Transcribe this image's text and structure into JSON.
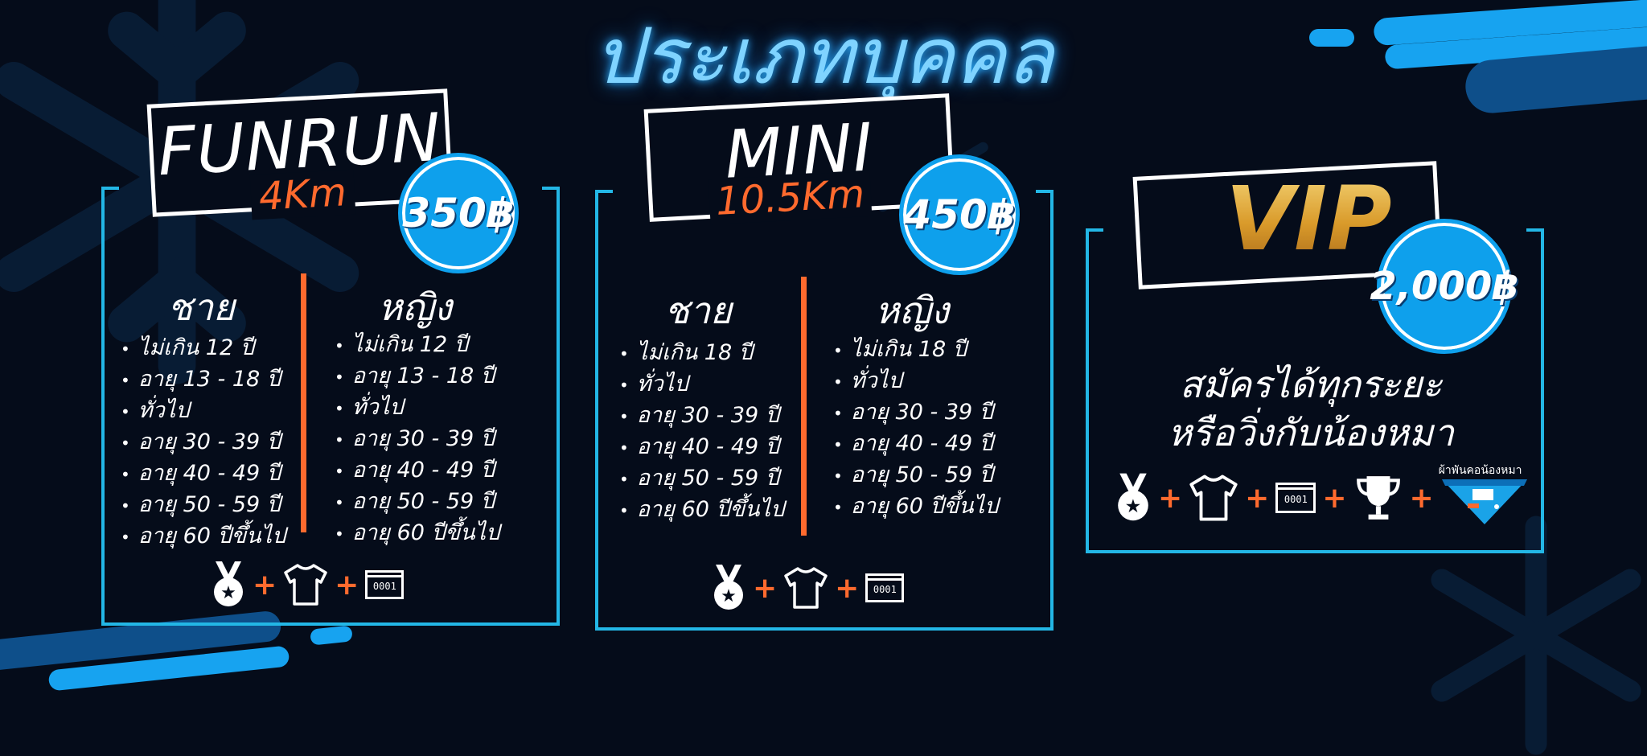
{
  "headline": "ประเภทบุคคล",
  "currency": "฿",
  "colors": {
    "accent_blue": "#23b7e6",
    "price_blue": "#0ea0ec",
    "orange": "#ff6a2e",
    "background": "#050c1a"
  },
  "cards": [
    {
      "title": "FUNRUN",
      "distance": "4Km",
      "price": "350฿",
      "male_heading": "ชาย",
      "female_heading": "หญิง",
      "male_list": [
        "ไม่เกิน 12  ปี",
        "อายุ 13 - 18  ปี",
        "ทั่วไป",
        "อายุ 30 - 39  ปี",
        "อายุ 40 - 49  ปี",
        "อายุ 50 - 59  ปี",
        "อายุ 60  ปีขึ้นไป"
      ],
      "female_list": [
        "ไม่เกิน 12  ปี",
        "อายุ 13 - 18  ปี",
        "ทั่วไป",
        "อายุ 30 - 39  ปี",
        "อายุ 40 - 49  ปี",
        "อายุ 50 - 59  ปี",
        "อายุ 60  ปีขึ้นไป"
      ],
      "bib_number": "0001",
      "icons": [
        "medal-icon",
        "tshirt-icon",
        "bib-icon"
      ]
    },
    {
      "title": "MINI",
      "distance": "10.5Km",
      "price": "450฿",
      "male_heading": "ชาย",
      "female_heading": "หญิง",
      "male_list": [
        "ไม่เกิน 18  ปี",
        "ทั่วไป",
        "อายุ 30 - 39  ปี",
        "อายุ 40 - 49  ปี",
        "อายุ 50 - 59  ปี",
        "อายุ 60  ปีขึ้นไป"
      ],
      "female_list": [
        "ไม่เกิน 18  ปี",
        "ทั่วไป",
        "อายุ 30 - 39  ปี",
        "อายุ 40 - 49  ปี",
        "อายุ 50 - 59  ปี",
        "อายุ 60  ปีขึ้นไป"
      ],
      "bib_number": "0001",
      "icons": [
        "medal-icon",
        "tshirt-icon",
        "bib-icon"
      ]
    },
    {
      "title": "VIP",
      "price": "2,000฿",
      "subtitle_line1": "สมัครได้ทุกระยะ",
      "subtitle_line2": "หรือวิ่งกับน้องหมา",
      "bib_number": "0001",
      "scarf_label": "ผ้าพันคอน้องหมา",
      "icons": [
        "medal-icon",
        "tshirt-icon",
        "bib-icon",
        "trophy-icon",
        "dog-scarf-icon"
      ]
    }
  ],
  "plus_sign": "+"
}
